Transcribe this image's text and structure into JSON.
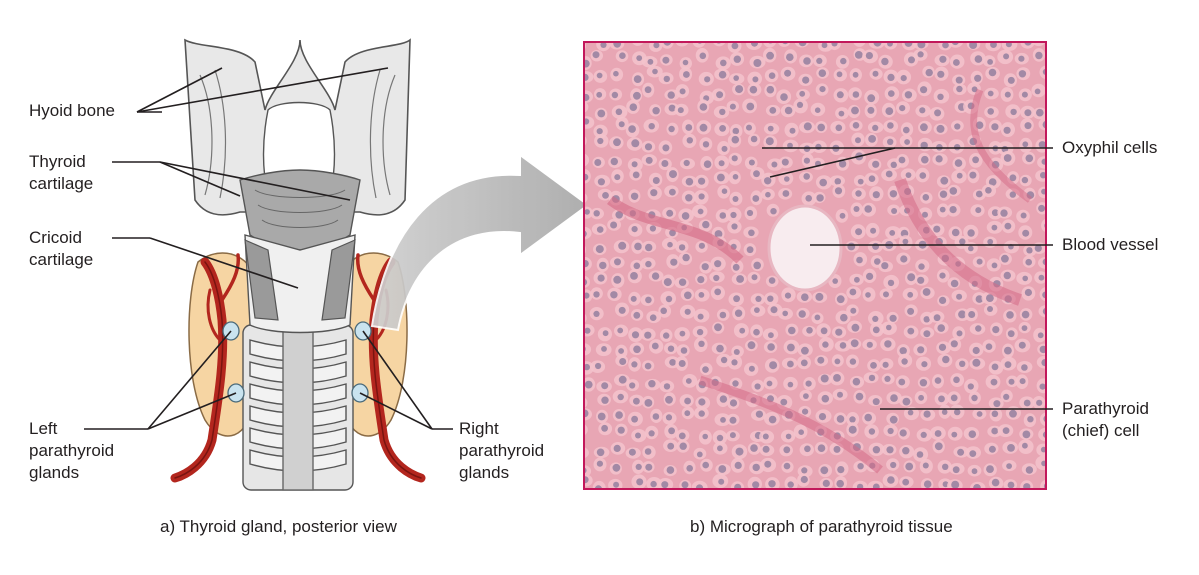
{
  "labels": {
    "hyoid_bone": "Hyoid bone",
    "thyroid_cartilage_1": "Thyroid",
    "thyroid_cartilage_2": "cartilage",
    "cricoid_cartilage_1": "Cricoid",
    "cricoid_cartilage_2": "cartilage",
    "left_parathyroid_1": "Left",
    "left_parathyroid_2": "parathyroid",
    "left_parathyroid_3": "glands",
    "right_parathyroid_1": "Right",
    "right_parathyroid_2": "parathyroid",
    "right_parathyroid_3": "glands",
    "oxyphil_cells": "Oxyphil cells",
    "blood_vessel": "Blood vessel",
    "chief_cell_1": "Parathyroid",
    "chief_cell_2": "(chief) cell"
  },
  "captions": {
    "a": "a) Thyroid gland, posterior view",
    "b": "b) Micrograph of parathyroid tissue"
  },
  "colors": {
    "cartilage_light": "#e8e8e8",
    "cartilage_dark": "#a9a9a9",
    "gland_tissue": "#f6d5a3",
    "artery": "#b3261e",
    "parathyroid_gland": "#c9e3ef",
    "micrograph_bg": "#e8a6b4",
    "micrograph_border": "#c2185b",
    "cell": "#f3c3cc",
    "nucleus": "#8d7c9c",
    "arrow": "#bdbdbd"
  }
}
